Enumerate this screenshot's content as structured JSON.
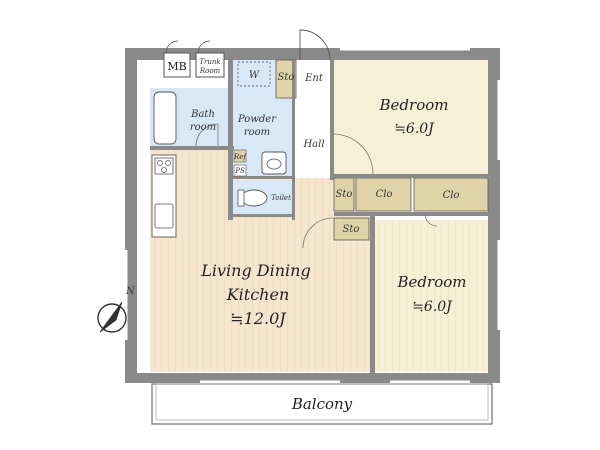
{
  "rooms": {
    "ldk": {
      "name_line1": "Living Dining",
      "name_line2": "Kitchen",
      "size": "≒12.0J"
    },
    "bedroom1": {
      "name": "Bedroom",
      "size": "≒6.0J"
    },
    "bedroom2": {
      "name": "Bedroom",
      "size": "≒6.0J"
    },
    "bath": {
      "name_line1": "Bath",
      "name_line2": "room"
    },
    "powder": {
      "name_line1": "Powder",
      "name_line2": "room"
    },
    "hall": {
      "name": "Hall"
    },
    "toilet": {
      "name": "Toilet"
    },
    "balcony": {
      "name": "Balcony"
    },
    "mb": {
      "name": "MB"
    },
    "trunk": {
      "name_line1": "Trunk",
      "name_line2": "Room"
    },
    "entrance_storage": {
      "name": "Sto"
    },
    "entrance": {
      "name": "Ent"
    },
    "hall_storage": {
      "name": "Sto"
    },
    "closet1": {
      "name": "Clo"
    },
    "closet2": {
      "name": "Clo"
    },
    "ldk_storage": {
      "name": "Sto"
    },
    "washer": {
      "name": "W"
    },
    "ref": {
      "name": "Ref"
    },
    "ps": {
      "name": "PS"
    }
  },
  "compass": {
    "north_label": "N"
  },
  "colors": {
    "wall": "#8a8a8a",
    "ldk_floor": "#f7e6cf",
    "bedroom_floor": "#f6f1d6",
    "wet_area": "#d8e8f6",
    "storage": "#e1d3a8",
    "outline": "#555555"
  }
}
